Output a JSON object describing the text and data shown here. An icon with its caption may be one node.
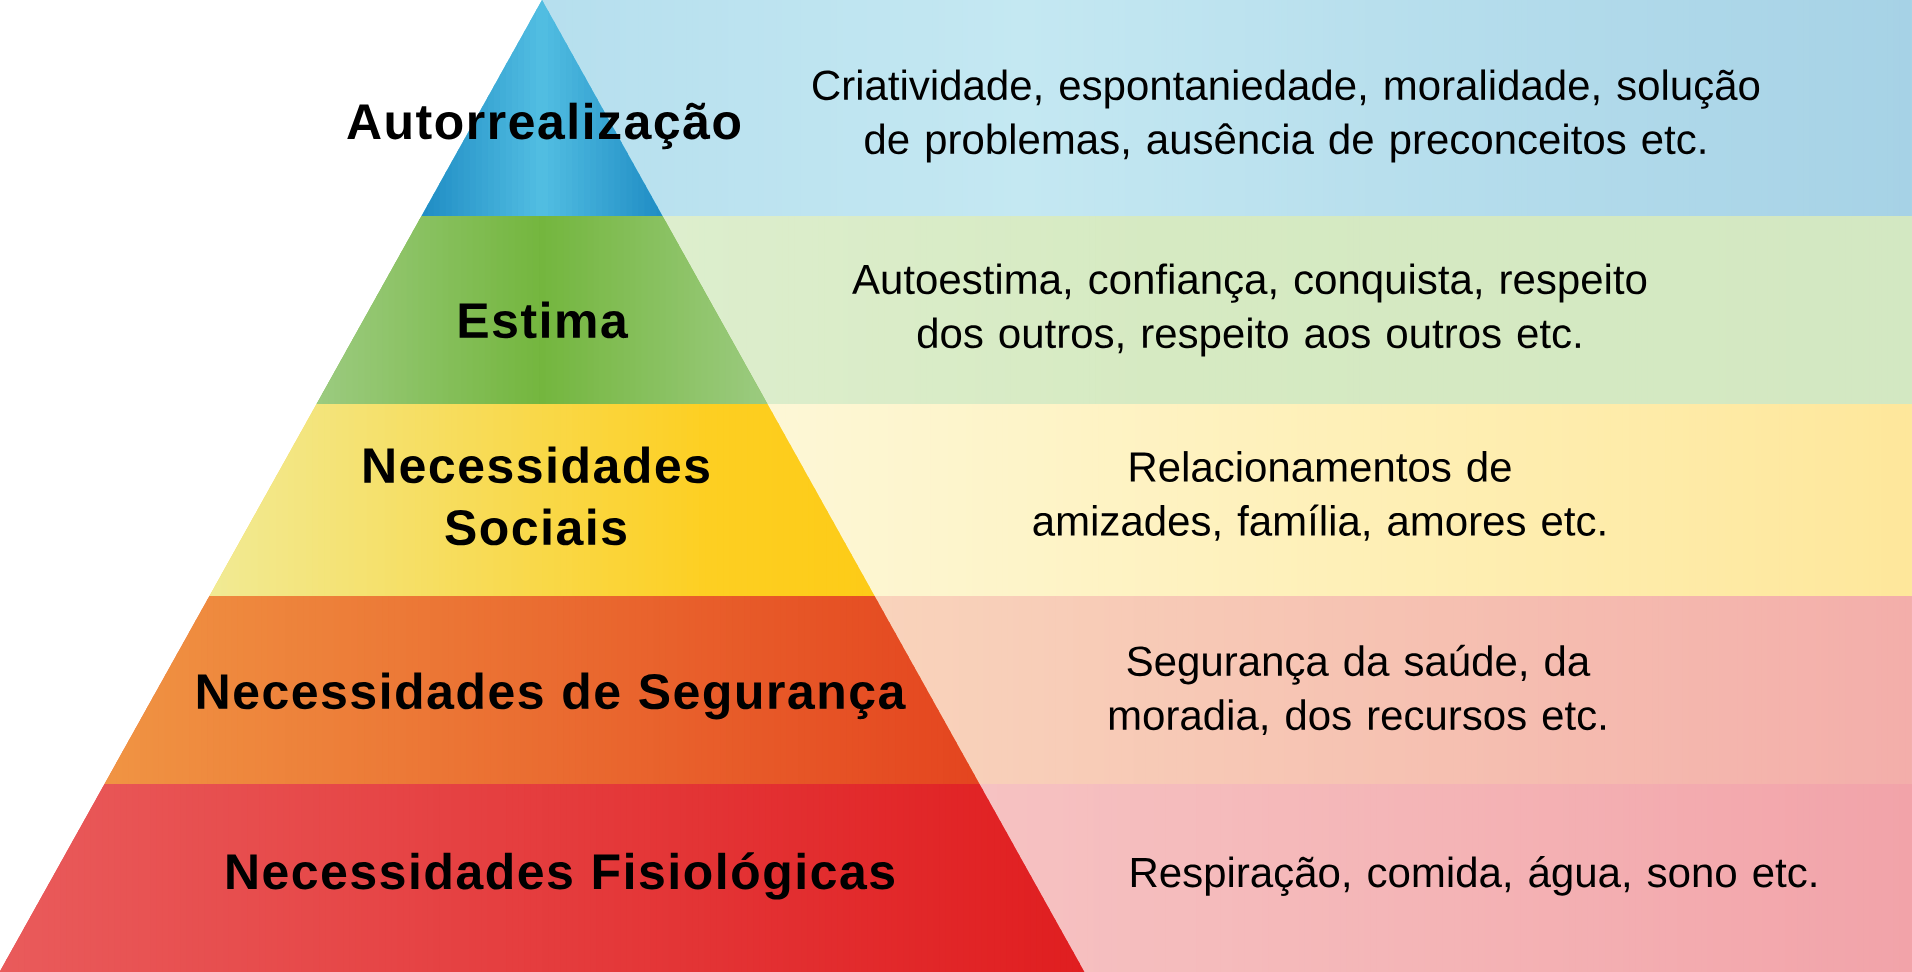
{
  "diagram": {
    "nodes": [
      {
        "text": [
          "Autorrealização"
        ]
      },
      {
        "text": [
          "Criatividade, espontaniedade, moralidade, solução de problemas, ausência de preconceitos etc."
        ]
      },
      {
        "text": [
          "Estima"
        ]
      },
      {
        "text": [
          "Autoestima, confiança, conquista, respeito dos outros, respeito aos outros etc."
        ]
      },
      {
        "text": [
          "Necessidades Sociais"
        ]
      },
      {
        "text": [
          "Relacionamentos de amizades, família, amores etc."
        ]
      },
      {
        "text": [
          "Necessidades de Segurança"
        ]
      },
      {
        "text": [
          "Segurança da saúde, da moradia, dos recursos etc."
        ]
      },
      {
        "text": [
          "Necessidades Fisiológicas"
        ]
      },
      {
        "text": [
          "Respiração, comida, água, sono etc."
        ]
      }
    ]
  }
}
